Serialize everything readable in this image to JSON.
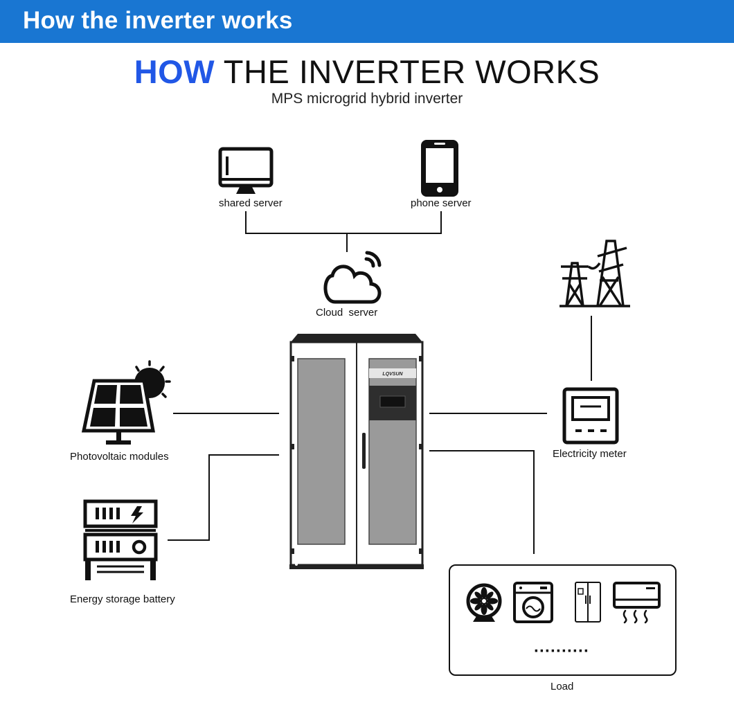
{
  "header": {
    "title": "How the inverter works"
  },
  "diagram": {
    "title_accent": "HOW",
    "title_rest": " THE INVERTER WORKS",
    "subtitle": "MPS microgrid hybrid inverter",
    "nodes": {
      "shared_server": "shared server",
      "phone_server": "phone server",
      "cloud_server": "Cloud  server",
      "photovoltaic": "Photovoltaic modules",
      "battery": "Energy storage battery",
      "meter": "Electricity meter",
      "load": "Load"
    },
    "cabinet_brand": "LQVSUN",
    "load_more": "··········"
  },
  "colors": {
    "header_bg": "#1976d2",
    "accent": "#2157e6"
  }
}
